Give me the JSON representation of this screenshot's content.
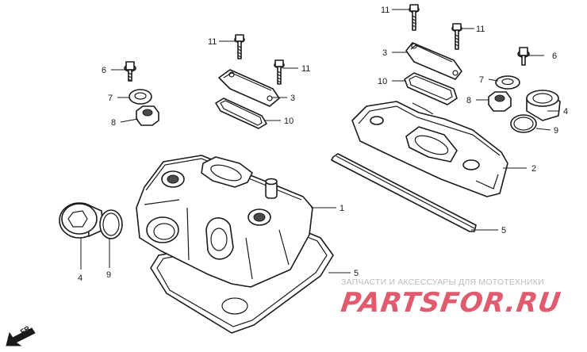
{
  "callouts": {
    "bolt_left_11": "11",
    "bolt_right_11": "11",
    "bolt_top_11": "11",
    "bolt_top_right_11": "11",
    "cover_left_3": "3",
    "cover_right_3": "3",
    "gasket_left_10": "10",
    "gasket_right_10": "10",
    "bolt_left_6": "6",
    "bolt_right_6": "6",
    "washer_left_7": "7",
    "washer_right_7": "7",
    "nut_left_8": "8",
    "nut_right_8": "8",
    "plug_right_4": "4",
    "oring_right_9": "9",
    "baffle_2": "2",
    "gasket_strip_5": "5",
    "head_cover_1": "1",
    "plug_left_4": "4",
    "oring_left_9": "9",
    "head_gasket_5": "5"
  },
  "direction_label": "FR.",
  "watermark": {
    "tagline": "ЗАПЧАСТИ И АКСЕССУАРЫ ДЛЯ МОТОТЕХНИКИ",
    "logo": "PARTSFOR.RU",
    "tagline_color": "#bbbbbb",
    "logo_color": "#e05b6d"
  }
}
